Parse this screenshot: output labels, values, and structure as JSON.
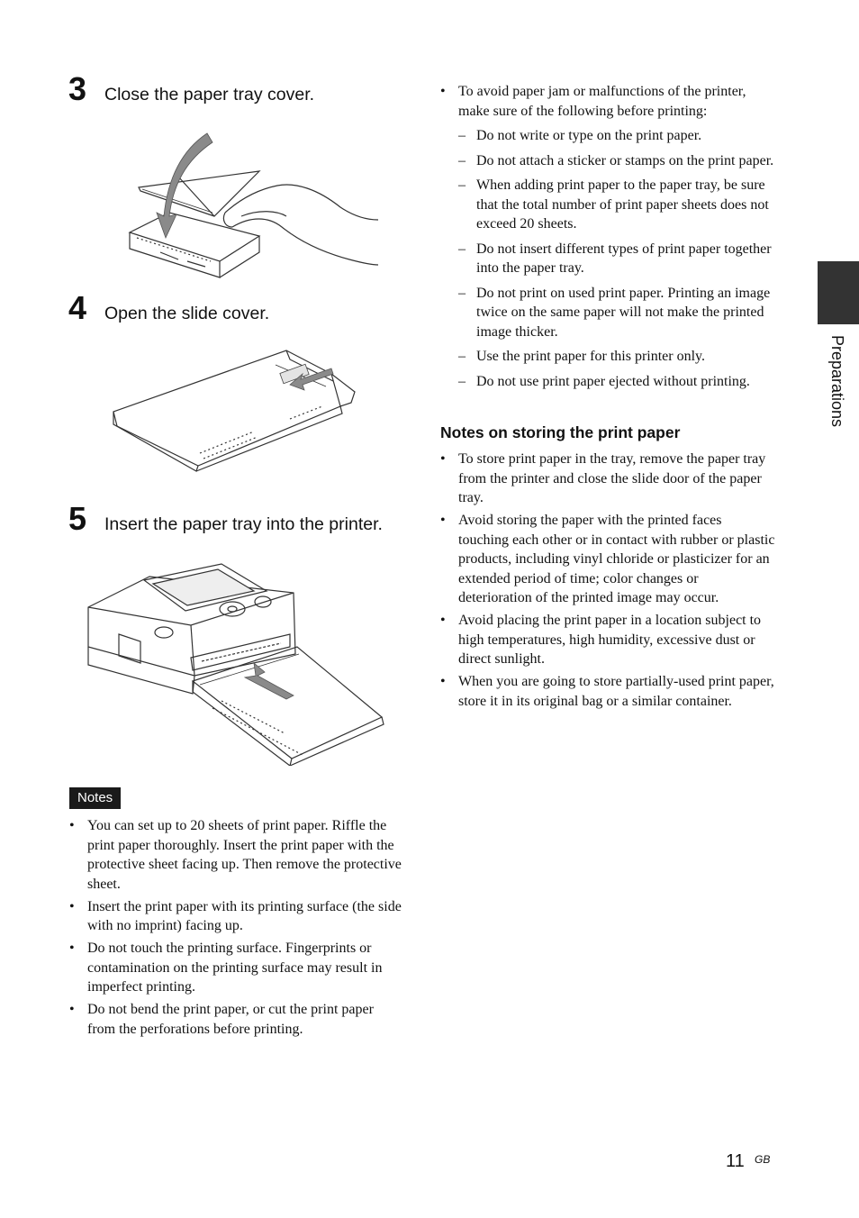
{
  "steps": [
    {
      "number": "3",
      "text": "Close the paper tray cover."
    },
    {
      "number": "4",
      "text": "Open the slide cover."
    },
    {
      "number": "5",
      "text": "Insert the paper tray into the printer."
    }
  ],
  "notes_label": "Notes",
  "notes": [
    "You can set up to 20 sheets of print paper. Riffle the print paper thoroughly. Insert the print paper with the protective sheet facing up. Then remove the protective sheet.",
    "Insert the print paper with its printing surface (the side with no imprint) facing up.",
    "Do not touch the printing surface. Fingerprints or contamination on the printing surface may result in imperfect printing.",
    "Do not bend the print paper, or cut the print paper from the perforations before printing."
  ],
  "right_column": {
    "intro_bullet": "To avoid paper jam or malfunctions of the printer, make sure of the following before printing:",
    "sub_items": [
      "Do not write or type on the print paper.",
      " Do not attach a sticker or stamps on the print paper.",
      "When adding print paper to the paper tray, be sure that the total number of print paper sheets does not exceed 20 sheets.",
      "Do not insert different types of print paper together into the paper tray.",
      "Do not print on used print paper. Printing an image twice on the same paper will not make the printed image thicker.",
      "Use the print paper for this printer only.",
      " Do not use print paper ejected without printing."
    ],
    "storing_heading": "Notes on storing the print paper",
    "storing_items": [
      "To store print paper in the tray, remove the paper tray from the printer and close the slide door of the paper tray.",
      "Avoid storing the paper with the printed faces touching each other or in contact with rubber or plastic products, including vinyl chloride or plasticizer for an extended period of time; color changes or deterioration of the printed image may occur.",
      "Avoid placing the print paper in a location subject to high temperatures, high humidity, excessive dust or direct sunlight.",
      "When you are going to store partially-used print paper, store it in its original bag or a similar container."
    ]
  },
  "side_tab_label": "Preparations",
  "page_number": "11",
  "page_region": "GB",
  "colors": {
    "tab": "#333333",
    "notes_tag": "#1a1a1a"
  }
}
